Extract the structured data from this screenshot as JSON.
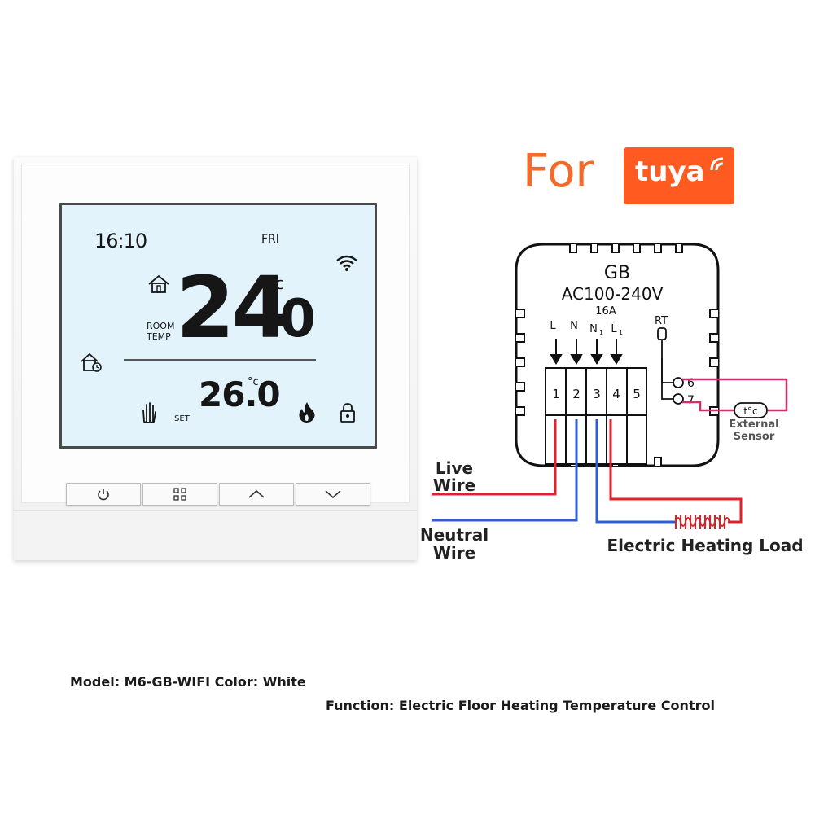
{
  "brand": {
    "prefix": "For",
    "logo_text": "tuya"
  },
  "lcd": {
    "time": "16:10",
    "day": "FRI",
    "room_temp_int": "24",
    "room_temp_dec": ".0",
    "unit": "°c",
    "room_label_1": "ROOM",
    "room_label_2": "TEMP",
    "set_temp": "26.0",
    "set_label": "SET"
  },
  "device_buttons": [
    {
      "icon": "power-icon"
    },
    {
      "icon": "menu-icon"
    },
    {
      "icon": "chevron-up-icon"
    },
    {
      "icon": "chevron-down-icon"
    }
  ],
  "wiring": {
    "module_title": "GB",
    "voltage": "AC100-240V",
    "current": "16A",
    "terminal_labels": [
      "L",
      "N",
      "N",
      "L"
    ],
    "terminal_subscripts": [
      "1",
      "1"
    ],
    "rt_label": "RT",
    "terminal_numbers": [
      "1",
      "2",
      "3",
      "4",
      "5"
    ],
    "sensor_terminals": [
      "6",
      "7"
    ],
    "sensor_symbol": "t°c",
    "external_sensor": [
      "External",
      "Sensor"
    ],
    "live_wire": [
      "Live",
      "Wire"
    ],
    "neutral_wire": [
      "Neutral",
      "Wire"
    ],
    "heating_load": "Electric Heating Load",
    "colors": {
      "live": "#e0202a",
      "neutral": "#2f5fd6",
      "sensor": "#d0306a"
    }
  },
  "footer": {
    "line1": "Model: M6-GB-WIFI Color: White",
    "line2": "Function: Electric Floor Heating Temperature Control"
  }
}
